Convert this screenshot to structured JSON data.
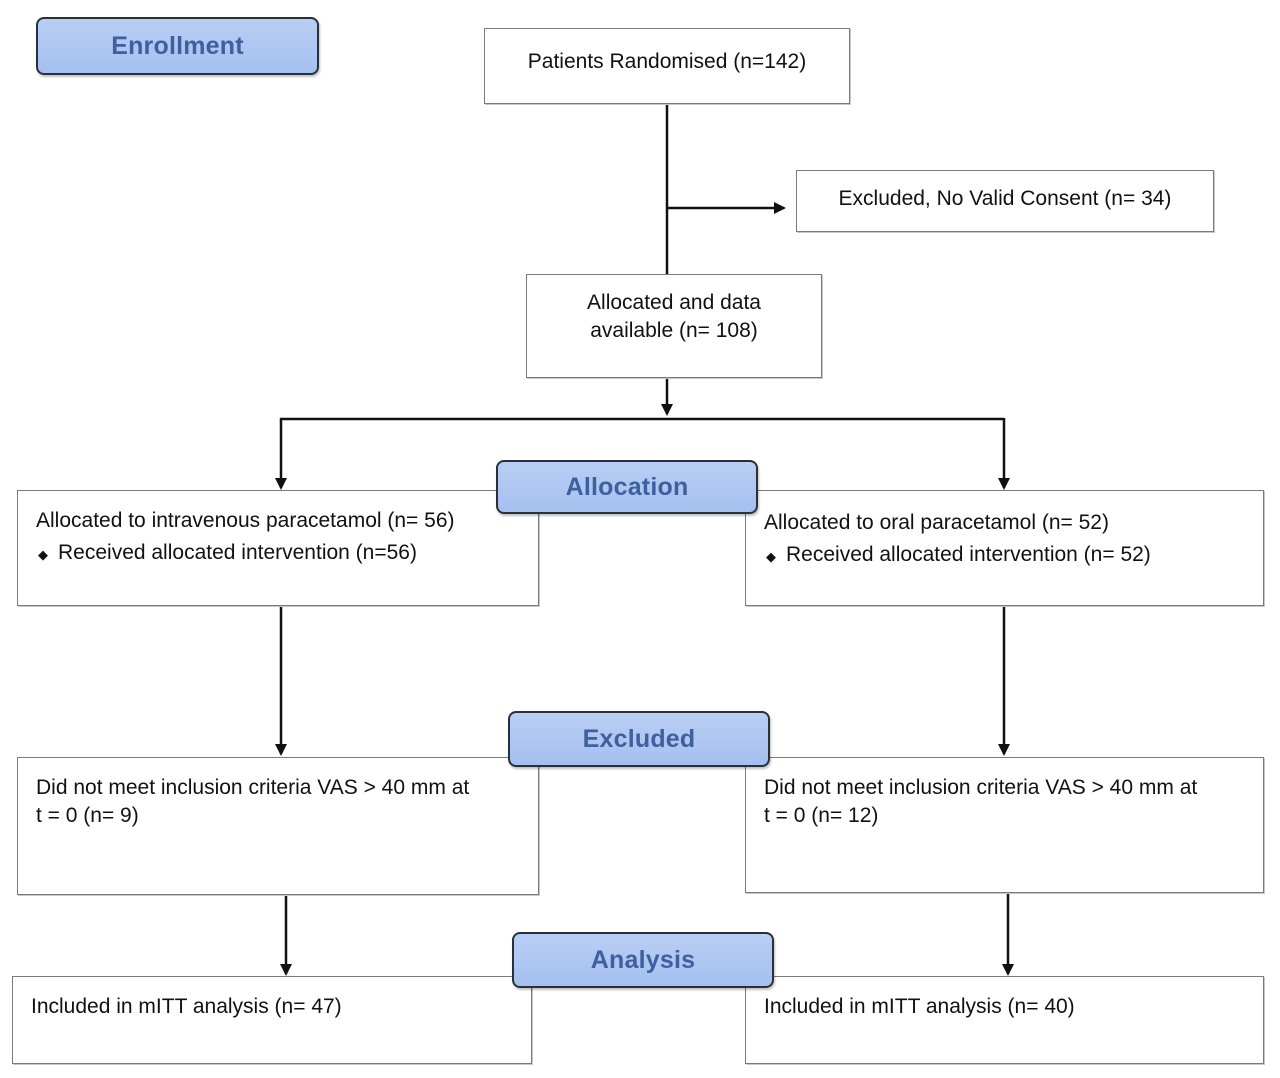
{
  "stages": {
    "enrollment": "Enrollment",
    "allocation": "Allocation",
    "excluded": "Excluded",
    "analysis": "Analysis"
  },
  "boxes": {
    "randomised": "Patients Randomised (n=142)",
    "excluded_consent": "Excluded, No Valid Consent (n= 34)",
    "allocated_line1": "Allocated and data",
    "allocated_line2": "available (n= 108)",
    "iv_alloc": "Allocated to intravenous paracetamol (n= 56)",
    "iv_received": "Received allocated intervention (n=56)",
    "oral_alloc": "Allocated to oral paracetamol (n= 52)",
    "oral_received": "Received allocated intervention (n= 52)",
    "iv_excl_line1": "Did not meet inclusion criteria VAS > 40 mm at",
    "iv_excl_line2": "t = 0 (n= 9)",
    "oral_excl_line1": "Did not meet inclusion criteria VAS > 40 mm at",
    "oral_excl_line2": "t = 0 (n= 12)",
    "iv_analysis": "Included in mITT analysis (n= 47)",
    "oral_analysis": "Included in mITT analysis (n= 40)"
  },
  "colors": {
    "stage_fill": "#a9c2f1",
    "stage_text": "#3f5f9f",
    "box_border": "#7a7a7a",
    "line": "#111111"
  },
  "icons": {
    "bullet": "diamond-bullet-icon"
  }
}
